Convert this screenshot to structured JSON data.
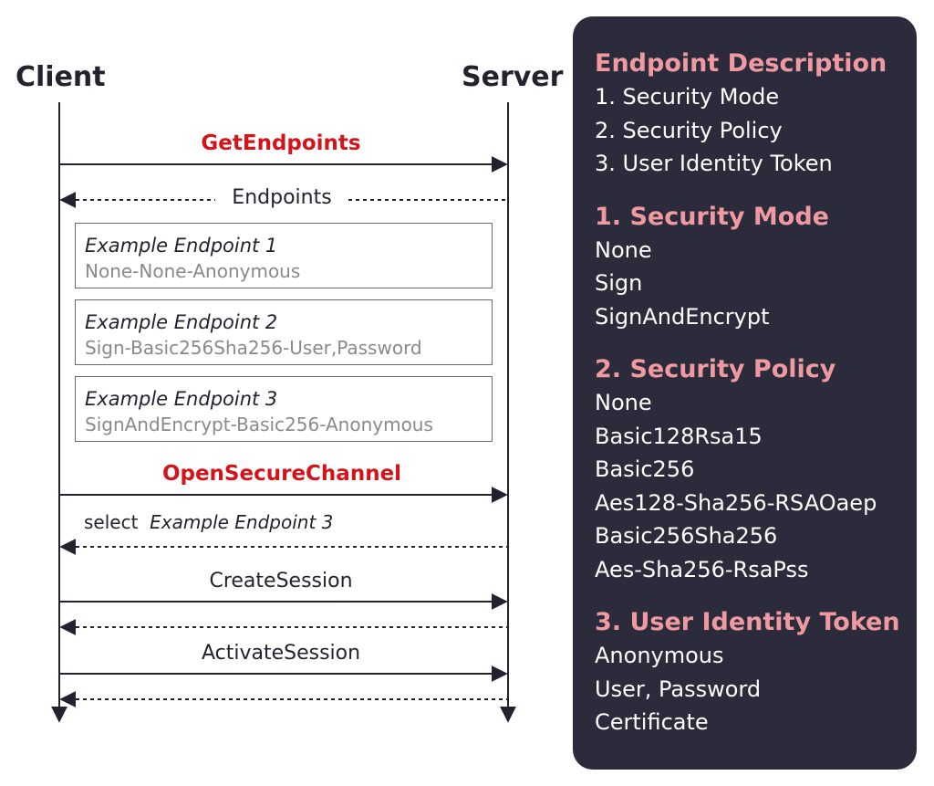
{
  "actors": {
    "client": "Client",
    "server": "Server"
  },
  "messages": {
    "get_endpoints": "GetEndpoints",
    "endpoints": "Endpoints",
    "open_secure_channel": "OpenSecureChannel",
    "select_prefix": "select",
    "select_target": "Example  Endpoint 3",
    "create_session": "CreateSession",
    "activate_session": "ActivateSession"
  },
  "endpoints": [
    {
      "title": "Example  Endpoint 1",
      "value": "None-None-Anonymous"
    },
    {
      "title": "Example  Endpoint 2",
      "value": "Sign-Basic256Sha256-User,Password"
    },
    {
      "title": "Example  Endpoint 3",
      "value": "SignAndEncrypt-Basic256-Anonymous"
    }
  ],
  "panel": {
    "description": {
      "heading": "Endpoint Description",
      "items": [
        "1. Security Mode",
        "2. Security Policy",
        "3. User Identity Token"
      ]
    },
    "security_mode": {
      "heading": "1. Security Mode",
      "items": [
        "None",
        "Sign",
        "SignAndEncrypt"
      ]
    },
    "security_policy": {
      "heading": "2. Security Policy",
      "items": [
        "None",
        "Basic128Rsa15",
        "Basic256",
        "Aes128-Sha256-RSAOaep",
        "Basic256Sha256",
        "Aes-Sha256-RsaPss"
      ]
    },
    "user_identity_token": {
      "heading": "3. User Identity Token",
      "items": [
        "Anonymous",
        "User, Password",
        "Certificate"
      ]
    }
  },
  "colors": {
    "request_highlight": "#d4141b",
    "panel_background": "#2b2b3c",
    "panel_heading": "#ef9aa0",
    "line": "#23232f"
  }
}
